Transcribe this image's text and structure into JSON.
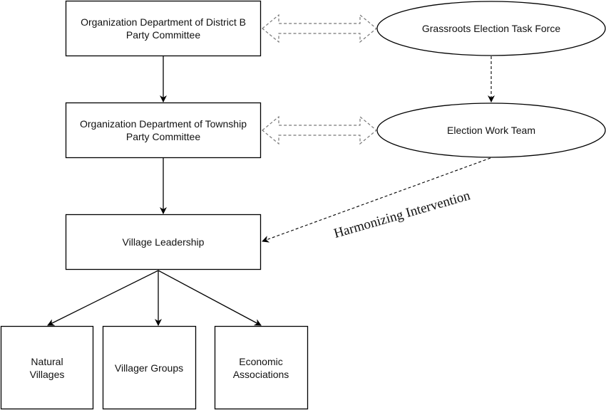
{
  "diagram": {
    "nodes": {
      "district_org": "Organization Department of District B Party Committee",
      "township_org": "Organization Department of Township Party Committee",
      "village_leadership": "Village Leadership",
      "task_force": "Grassroots Election Task Force",
      "work_team": "Election Work Team",
      "natural_villages": "Natural Villages",
      "villager_groups": "Villager Groups",
      "economic_associations": "Economic Associations"
    },
    "edge_labels": {
      "harmonizing": "Harmonizing Intervention"
    },
    "edges": [
      {
        "from": "district_org",
        "to": "township_org",
        "style": "solid"
      },
      {
        "from": "township_org",
        "to": "village_leadership",
        "style": "solid"
      },
      {
        "from": "village_leadership",
        "to": "natural_villages",
        "style": "solid"
      },
      {
        "from": "village_leadership",
        "to": "villager_groups",
        "style": "solid"
      },
      {
        "from": "village_leadership",
        "to": "economic_associations",
        "style": "solid"
      },
      {
        "from": "task_force",
        "to": "work_team",
        "style": "dashed"
      },
      {
        "from": "work_team",
        "to": "village_leadership",
        "style": "dashed",
        "label": "Harmonizing Intervention"
      },
      {
        "from": "district_org",
        "to": "task_force",
        "style": "dashed-double-arrow"
      },
      {
        "from": "township_org",
        "to": "work_team",
        "style": "dashed-double-arrow"
      }
    ]
  }
}
